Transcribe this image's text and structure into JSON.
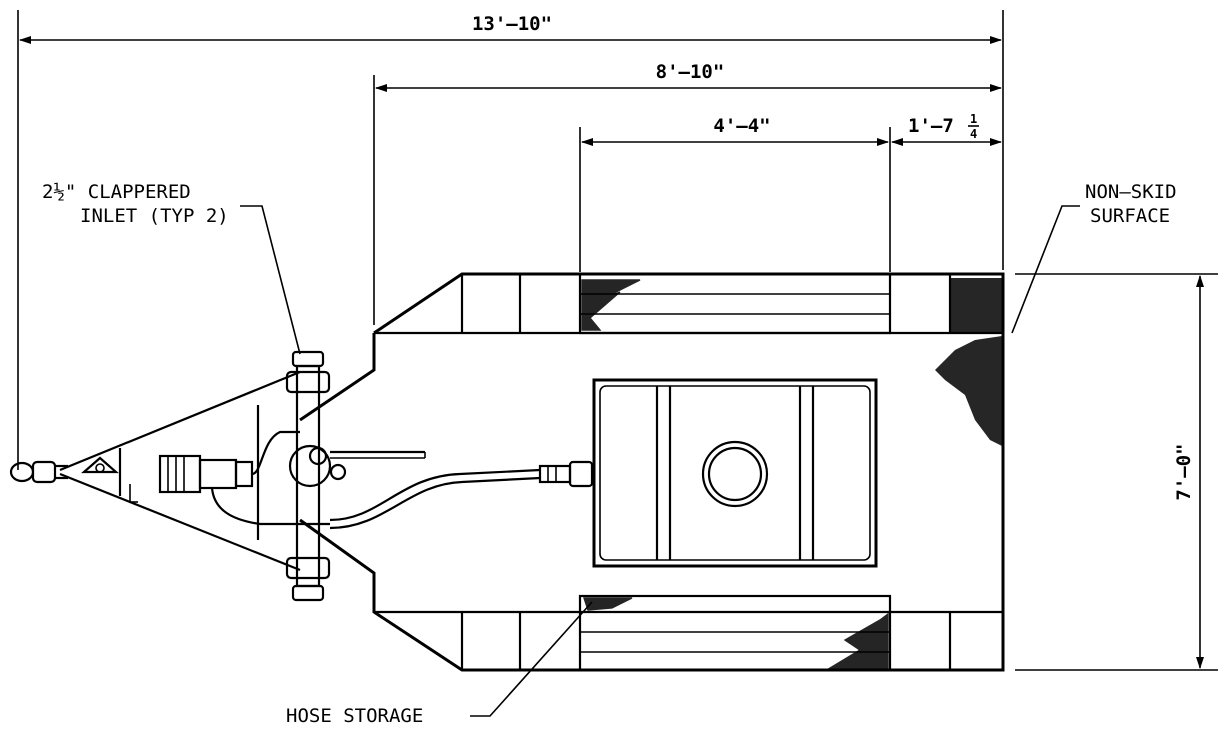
{
  "dimensions": {
    "overall_length": "13'–10\"",
    "body_length": "8'–10\"",
    "hose_storage_length": "4'–4\"",
    "rear_section_length": "1'–7",
    "rear_fraction_num": "1",
    "rear_fraction_den": "4",
    "overall_width": "7'–0\""
  },
  "callouts": {
    "inlet_line1": "2½\" CLAPPERED",
    "inlet_line2": "INLET (TYP 2)",
    "nonskid_line1": "NON–SKID",
    "nonskid_line2": "SURFACE",
    "hose_storage": "HOSE STORAGE"
  },
  "colors": {
    "line": "#000000",
    "background": "#ffffff"
  }
}
